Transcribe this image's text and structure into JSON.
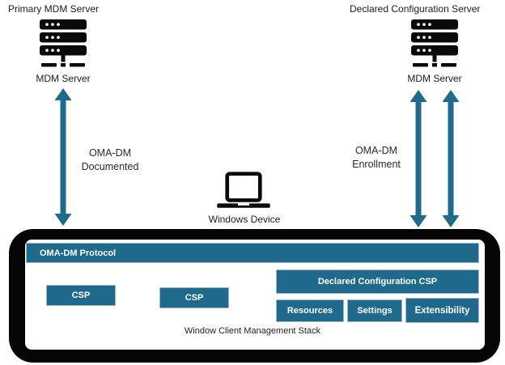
{
  "colors": {
    "teal": "#1F6A8C",
    "frame_black": "#050505",
    "icon_black": "#0a0a0a",
    "background": "#ffffff"
  },
  "servers": {
    "primary": {
      "title": "Primary MDM Server",
      "label": "MDM Server"
    },
    "declared": {
      "title": "Declared Configuration Server",
      "label": "MDM Server"
    }
  },
  "device": {
    "label": "Windows Device"
  },
  "connections": {
    "documented": {
      "line1": "OMA-DM",
      "line2": "Documented"
    },
    "enrollment": {
      "line1": "OMA-DM",
      "line2": "Enrollment"
    }
  },
  "stack": {
    "protocol_header": "OMA-DM Protocol",
    "csp1": "CSP",
    "csp2": "CSP",
    "declared_csp": "Declared Configuration CSP",
    "resources": "Resources",
    "settings": "Settings",
    "extensibility": "Extensibility",
    "caption": "Window Client Management Stack"
  },
  "icons": {
    "server": "server-rack-icon",
    "laptop": "laptop-icon",
    "arrow": "double-headed-vertical-arrow-icon"
  }
}
